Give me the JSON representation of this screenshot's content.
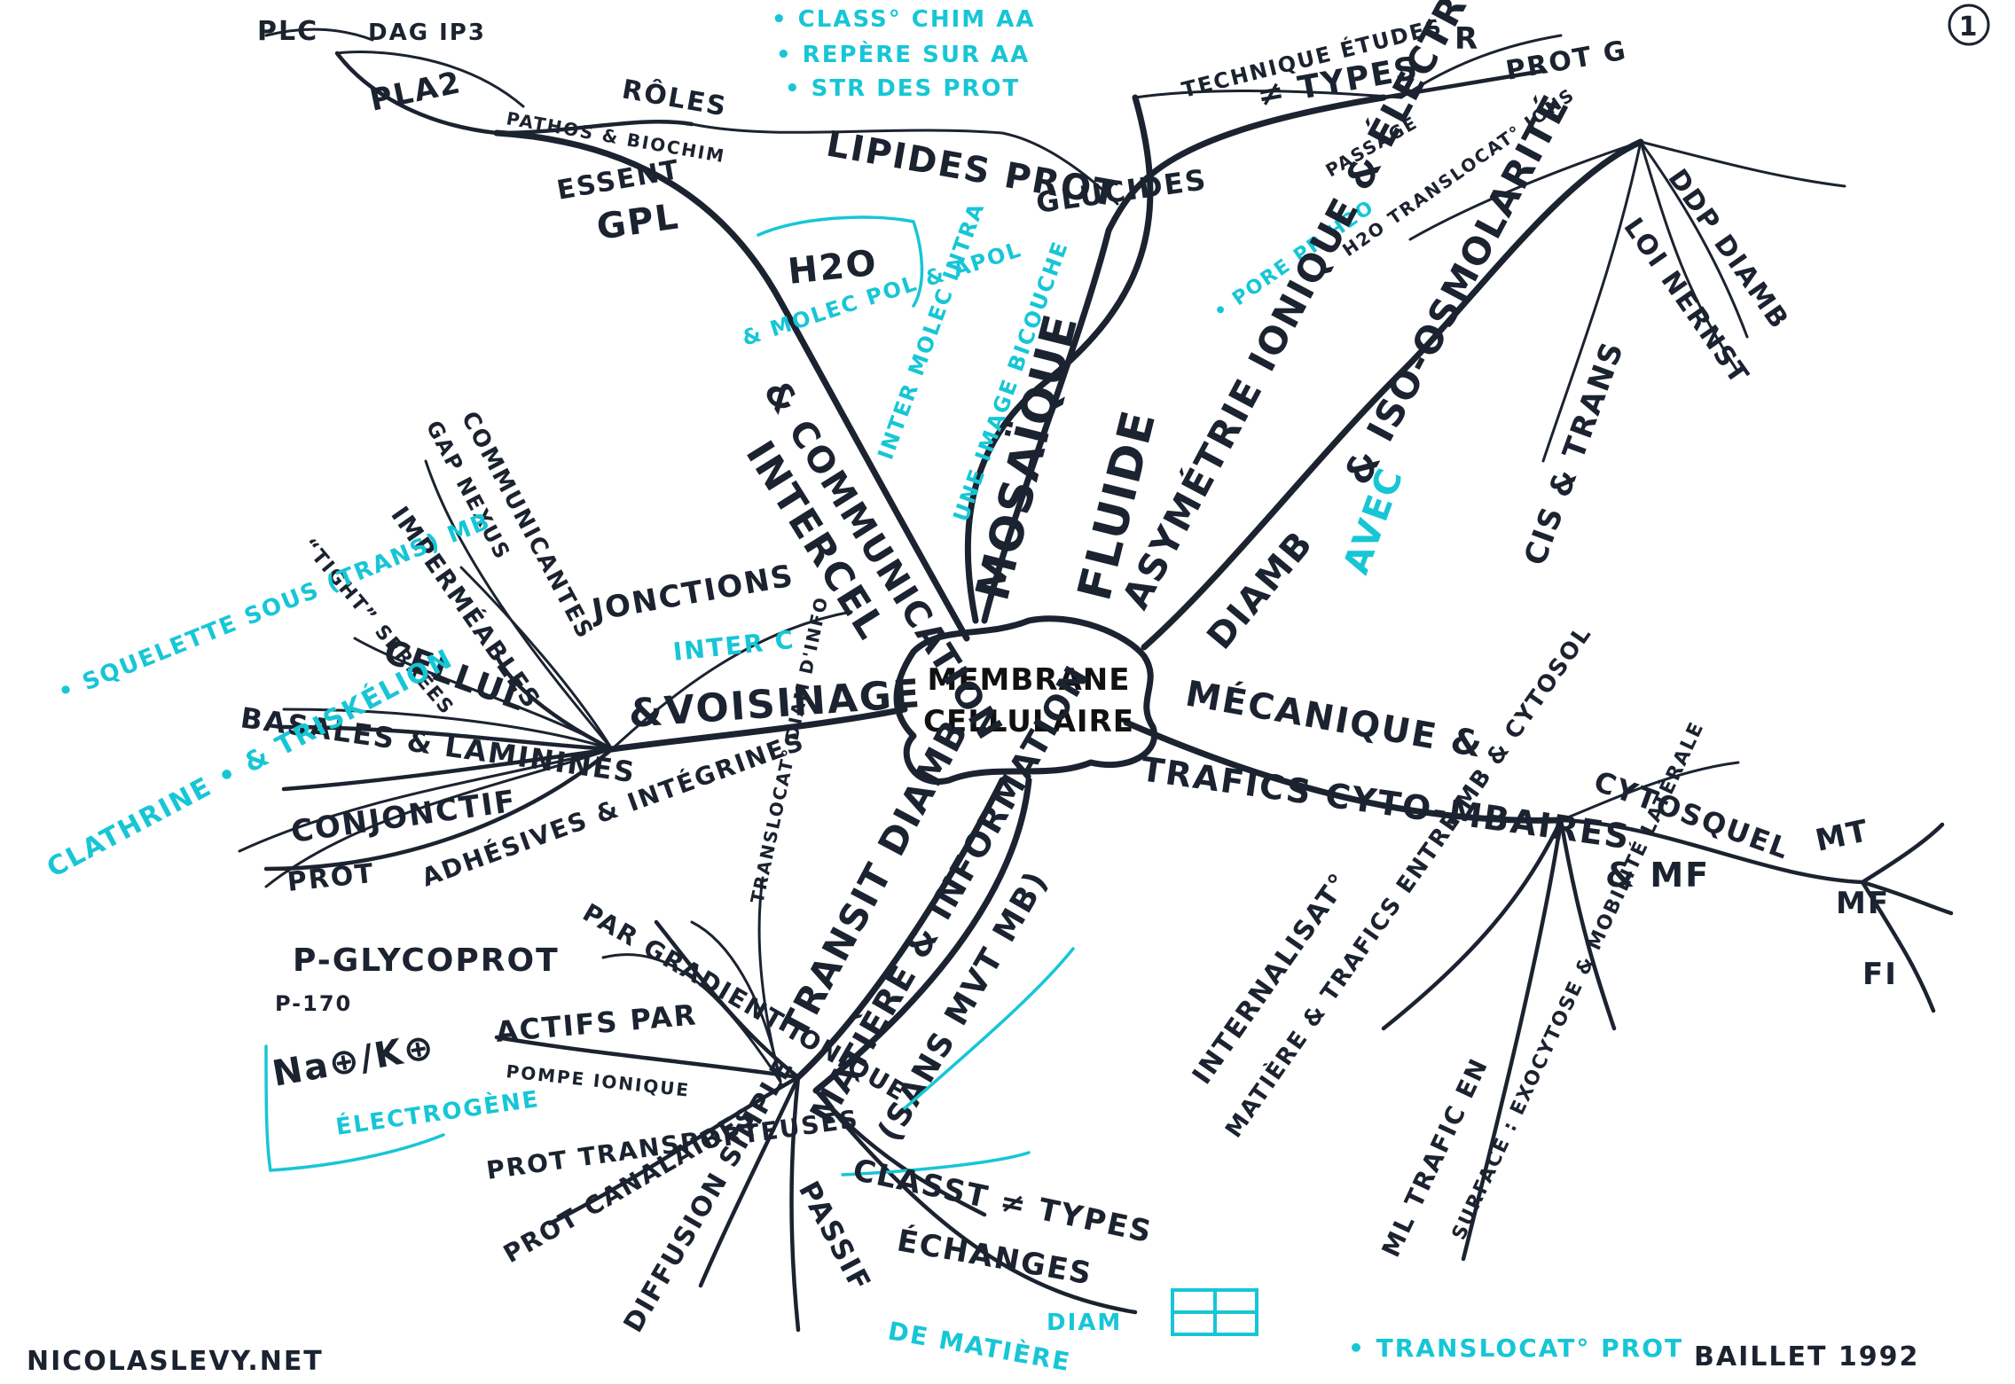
{
  "center": {
    "line1": "MEMBRANE",
    "line2": "CELLULAIRE"
  },
  "page_number": "1",
  "top_left": {
    "plc": "PLC",
    "dag": "DAG IP3",
    "pla2": "PLA2",
    "roles": "RÔLES",
    "pathos": "PATHOS & BIOCHIM",
    "essent": "ESSENT",
    "gpl": "GPL",
    "lipides_prot": "LIPIDES PROT",
    "glucides": "GLUCIDES"
  },
  "top_cyan_notes": [
    "• CLASS° CHIM AA",
    "• REPÈRE SUR AA",
    "• STR DES PROT"
  ],
  "h2o_box": {
    "h2o": "H2O",
    "moles": "& MOLEC POL & APOL"
  },
  "mosaique": {
    "label": "MOSAÏQUE",
    "fluide": "FLUIDE",
    "inter": "INTER MOLEC INTRA",
    "bicouche": "UNE IMAGE BICOUCHE"
  },
  "communication": {
    "label": "& COMMUNICATION",
    "intercel": "INTERCEL"
  },
  "top_right": {
    "technique": "TECHNIQUE ÉTUDES",
    "types": "≠ TYPES",
    "r": "R",
    "prot_g": "PROT G",
    "passage": "PASSAGE",
    "h2o_ions": "H2O TRANSLOCAT° IONS",
    "pore": "• PORE PR H2O",
    "ddp": "DDP DIAMB",
    "nernst": "LOI NERNST",
    "cis": "CIS & TRANS"
  },
  "asymetrie": {
    "label": "ASYMÉTRIE IONIQUE & ÉLECTRIQUE",
    "iso": "& ISO-OSMOLARITÉ",
    "diamb": "DIAMB",
    "avec": "AVEC"
  },
  "left": {
    "jonctions": "JONCTIONS",
    "inter_c": "INTER C",
    "voisinage": "&VOISINAGE",
    "communicantes": "COMMUNICANTES",
    "gap": "GAP NEXUS",
    "impermeables": "IMPERMÉABLES",
    "tight": "“TIGHT” SERRÉES",
    "cellul": "CELLUL",
    "basales": "BASALES & LAMININES",
    "conjonctif": "CONJONCTIF",
    "adhesives": "ADHÉSIVES & INTÉGRINES",
    "prot": "PROT"
  },
  "left_cyan": {
    "squelette": "• SQUELETTE SOUS (TRANS) MB",
    "clathrine": "CLATHRINE • & TRISKÉLION"
  },
  "bottom_left": {
    "p_glyco": "P-GLYCOPROT",
    "p170": "P-170",
    "na_k": "Na⊕/K⊕",
    "electrogene": "ÉLECTROGÈNE",
    "actifs": "ACTIFS PAR",
    "pompe": "POMPE IONIQUE",
    "par_gradient": "PAR GRADIENT IONIQUE",
    "translocat": "TRANSLOCAT° DIAM D'INFO",
    "transit": "TRANSIT DIAMB",
    "prot_transp": "PROT TRANSPORTEUSES",
    "prot_canal": "PROT CANALAIRES",
    "diffusion": "DIFFUSION SIMPLE",
    "passif": "PASSIF",
    "matiere": "MATIÈRE & INFORMATION",
    "sans_mvt": "(SANS MVT MB)",
    "classt": "CLASST ≠ TYPES",
    "echanges": "ÉCHANGES",
    "diam": "DIAM",
    "de_matiere": "DE MATIÈRE"
  },
  "bottom_right": {
    "mecanique": "MÉCANIQUE &",
    "trafics": "TRAFICS CYTO-MBAIRES",
    "cytosquel": "CYTOSQUEL",
    "mf_and": "& MF",
    "mt": "MT",
    "mf": "MF",
    "fi": "FI",
    "internalisat": "INTERNALISAT°",
    "matiere": "MATIÈRE & TRAFICS ENTRE MB & CYTOSOL",
    "ml_trafic": "ML TRAFIC EN",
    "surface": "SURFACE : EXOCYTOSE & MOBILITÉ LATÉRALE",
    "translocat_prot": "• TRANSLOCAT° PROT"
  },
  "footer": {
    "site": "NICOLASLEVY.NET",
    "author": "BAILLET 1992"
  },
  "colors": {
    "ink": "#1b2330",
    "cyan": "#17c6d6"
  }
}
